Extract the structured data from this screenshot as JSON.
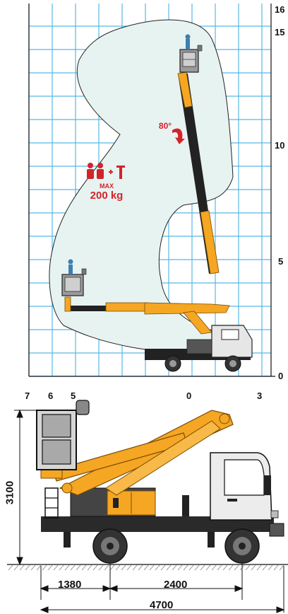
{
  "working_range": {
    "height_axis_labels": [
      "16",
      "15",
      "10",
      "5",
      "0"
    ],
    "reach_axis_labels": [
      "7",
      "6",
      "5",
      "0",
      "3"
    ],
    "rotation_label": "80°",
    "max_label": "MAX",
    "capacity_label": "200 kg"
  },
  "dimensions": {
    "height": "3100",
    "front_overhang": "1380",
    "wheelbase": "2400",
    "overall_length": "4700"
  },
  "colors": {
    "grid": "#57b8e6",
    "envelope": "#e7f3f1",
    "boom": "#f5a623",
    "boom_dark": "#c07a10",
    "red_text": "#d3232a",
    "truck": "#e6e6e6"
  }
}
